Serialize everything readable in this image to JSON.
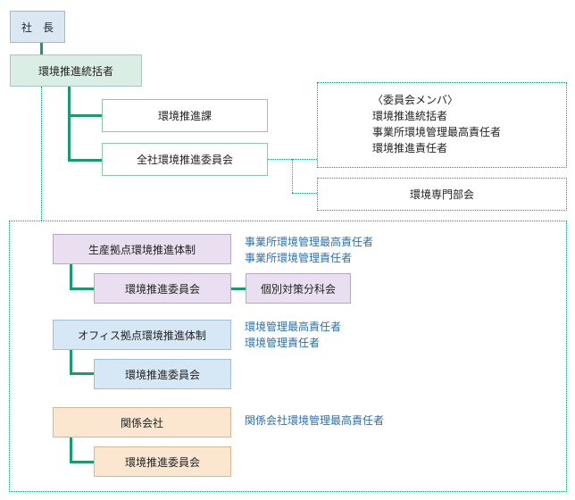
{
  "president": "社　長",
  "director": "環境推進統括者",
  "env_section": "環境推進課",
  "company_committee": "全社環境推進委員会",
  "committee_members": {
    "heading": "〈委員会メンバ〉",
    "items": [
      "環境推進統括者",
      "事業所環境管理最高責任者",
      "環境推進責任者"
    ]
  },
  "env_subcommittee": "環境専門部会",
  "groups": {
    "production": {
      "title": "生産拠点環境推進体制",
      "committee": "環境推進委員会",
      "subcommittee": "個別対策分科会",
      "responsible": [
        "事業所環境管理最高責任者",
        "事業所環境管理責任者"
      ]
    },
    "office": {
      "title": "オフィス拠点環境推進体制",
      "committee": "環境推進委員会",
      "responsible": [
        "環境管理最高責任者",
        "環境管理責任者"
      ]
    },
    "affiliates": {
      "title": "関係会社",
      "committee": "環境推進委員会",
      "responsible": [
        "関係会社環境管理最高責任者"
      ]
    }
  },
  "colors": {
    "line": "#1a9a73",
    "responsible_text": "#2a6fb5",
    "president_fill": "#dbe7f3",
    "director_fill": "#dbeee6",
    "production_fill": "#eadff0",
    "office_fill": "#d6e8f5",
    "affiliates_fill": "#fbe7cf"
  }
}
